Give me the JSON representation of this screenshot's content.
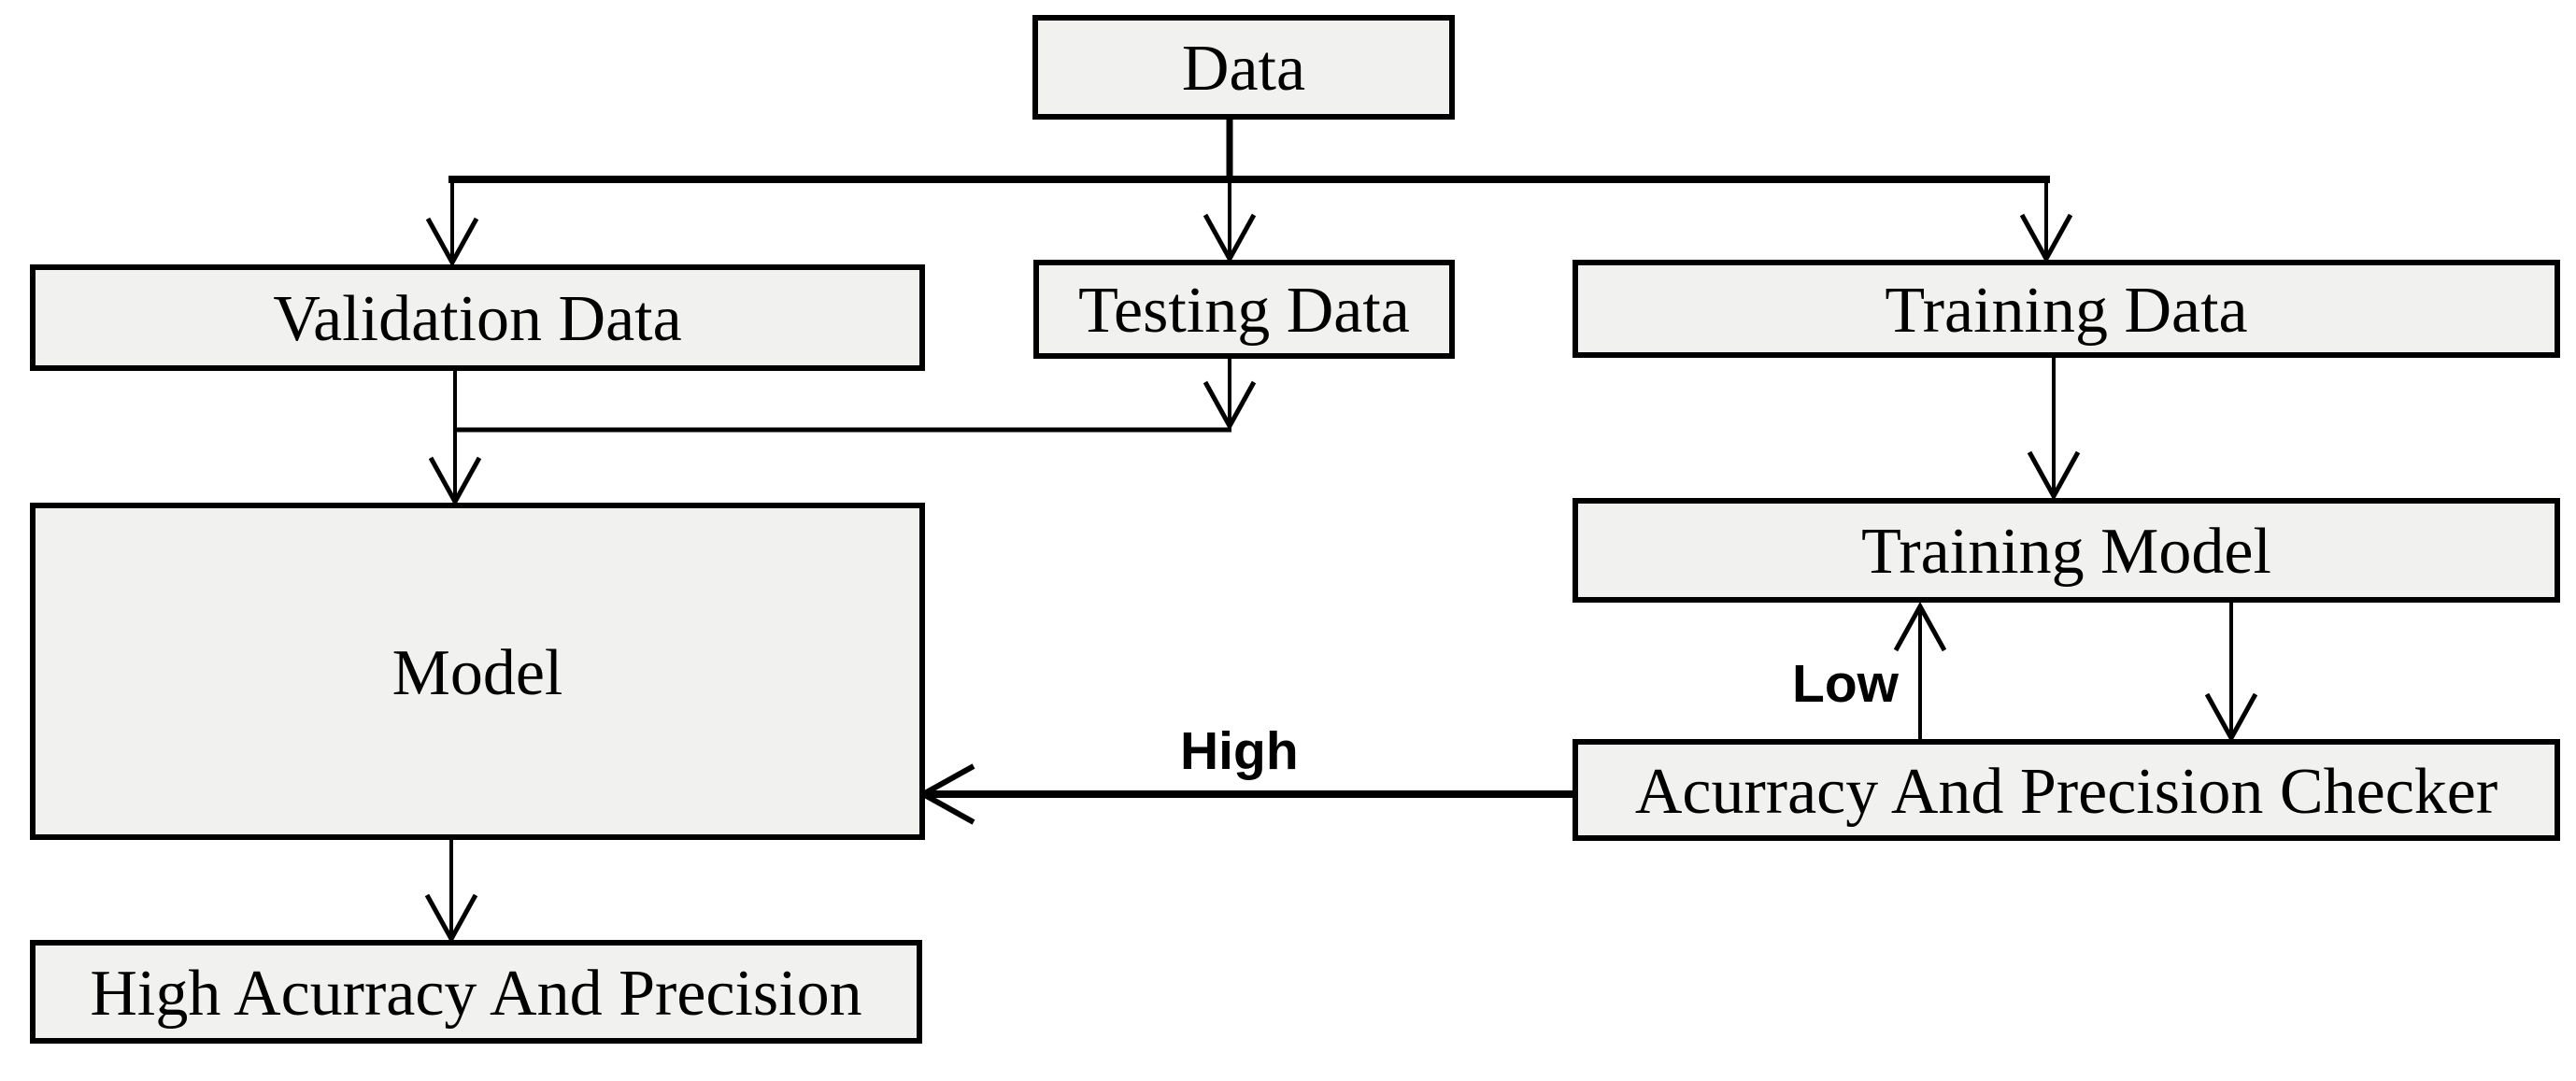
{
  "diagram": {
    "type": "flowchart",
    "background_color": "#ffffff",
    "node_fill_color": "#f1f1ef",
    "node_border_color": "#000000",
    "text_color": "#000000",
    "nodes": {
      "data": {
        "label": "Data"
      },
      "validation": {
        "label": "Validation Data"
      },
      "testing": {
        "label": "Testing Data"
      },
      "training_data": {
        "label": "Training Data"
      },
      "model": {
        "label": "Model"
      },
      "training_model": {
        "label": "Training Model"
      },
      "checker": {
        "label": "Acurracy And Precision Checker"
      },
      "high_result": {
        "label": "High Acurracy And Precision"
      }
    },
    "edges": [
      {
        "from": "data",
        "to": "validation",
        "label": ""
      },
      {
        "from": "data",
        "to": "testing",
        "label": ""
      },
      {
        "from": "data",
        "to": "training_data",
        "label": ""
      },
      {
        "from": "validation",
        "to": "model",
        "label": ""
      },
      {
        "from": "testing",
        "to": "model",
        "label": ""
      },
      {
        "from": "training_data",
        "to": "training_model",
        "label": ""
      },
      {
        "from": "training_model",
        "to": "checker",
        "label": ""
      },
      {
        "from": "checker",
        "to": "training_model",
        "label": "Low"
      },
      {
        "from": "checker",
        "to": "model",
        "label": "High"
      },
      {
        "from": "model",
        "to": "high_result",
        "label": ""
      }
    ]
  }
}
